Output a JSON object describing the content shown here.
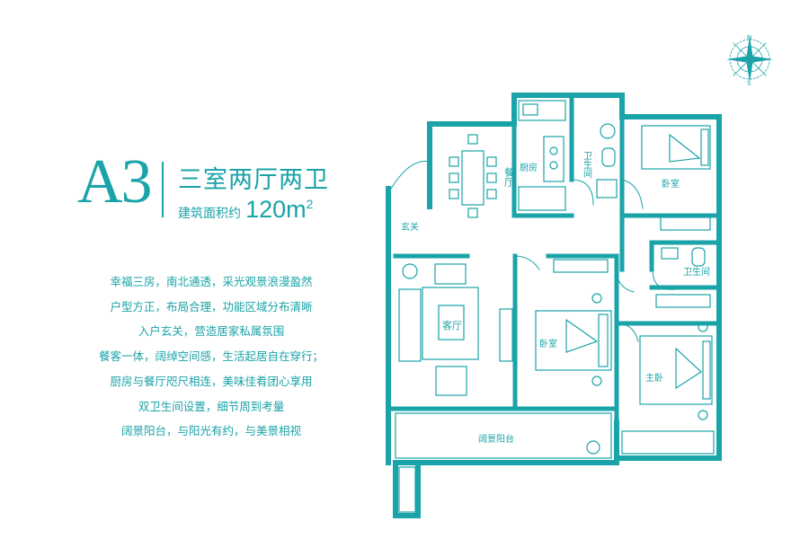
{
  "unit_type": {
    "code": "A3",
    "name": "三室两厅两卫",
    "area_label": "建筑面积约",
    "area_value": "120m",
    "area_unit_sup": "2"
  },
  "description": [
    "幸福三房，南北通透，采光观景浪漫盈然",
    "户型方正，布局合理，功能区域分布清晰",
    "入户玄关，营造居家私属氛围",
    "餐客一体，阔绰空间感，生活起居自在穿行；",
    "厨房与餐厅咫尺相连，美味佳肴团心享用",
    "双卫生间设置，细节周到考量",
    "阔景阳台，与阳光有约，与美景相视"
  ],
  "rooms": {
    "dining": "餐厅",
    "kitchen": "厨房",
    "bath_top": "卫生间",
    "bedroom_top": "卧室",
    "entrance": "玄关",
    "living": "客厅",
    "bedroom_middle": "卧室",
    "bath_right": "卫生间",
    "master_bedroom": "主卧",
    "balcony": "阔景阳台"
  },
  "compass": {
    "north": "N",
    "south": "S"
  },
  "colors": {
    "primary": "#1aa3a8"
  }
}
